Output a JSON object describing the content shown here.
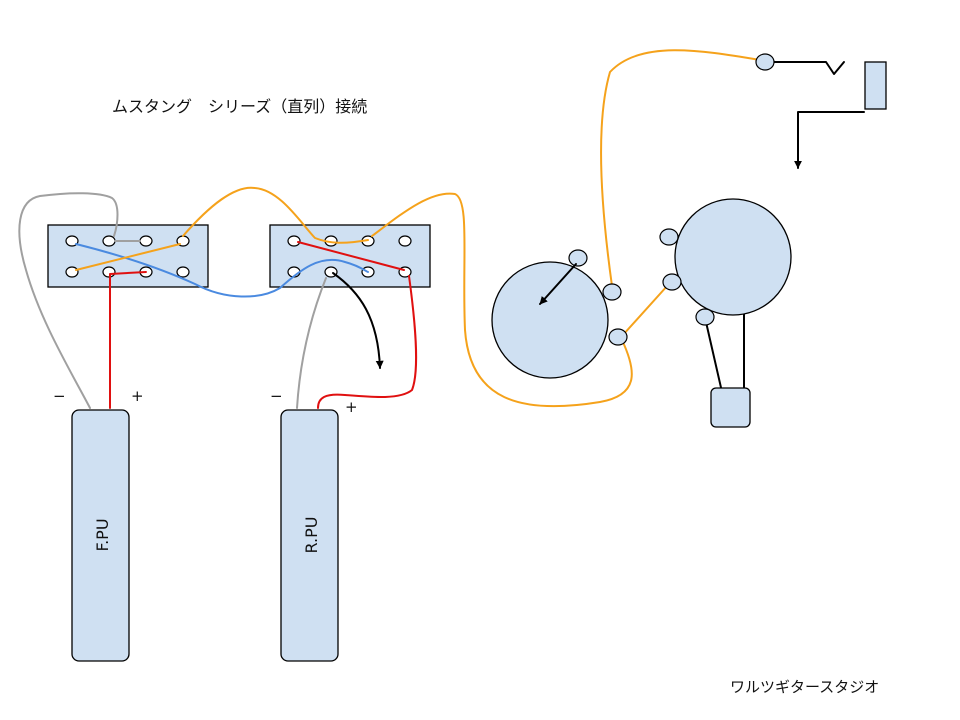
{
  "title": "ムスタング　シリーズ（直列）接続",
  "credit": "ワルツギタースタジオ",
  "pickups": {
    "front": {
      "label": "F.PU",
      "minus": "−",
      "plus": "+"
    },
    "rear": {
      "label": "R.PU",
      "minus": "−",
      "plus": "+"
    }
  },
  "colors": {
    "part_fill": "#cfe0f2",
    "wire_orange": "#f5a21b",
    "wire_red": "#e01010",
    "wire_blue": "#4a8ae0",
    "wire_gray": "#a0a0a0",
    "wire_black": "#000000"
  }
}
